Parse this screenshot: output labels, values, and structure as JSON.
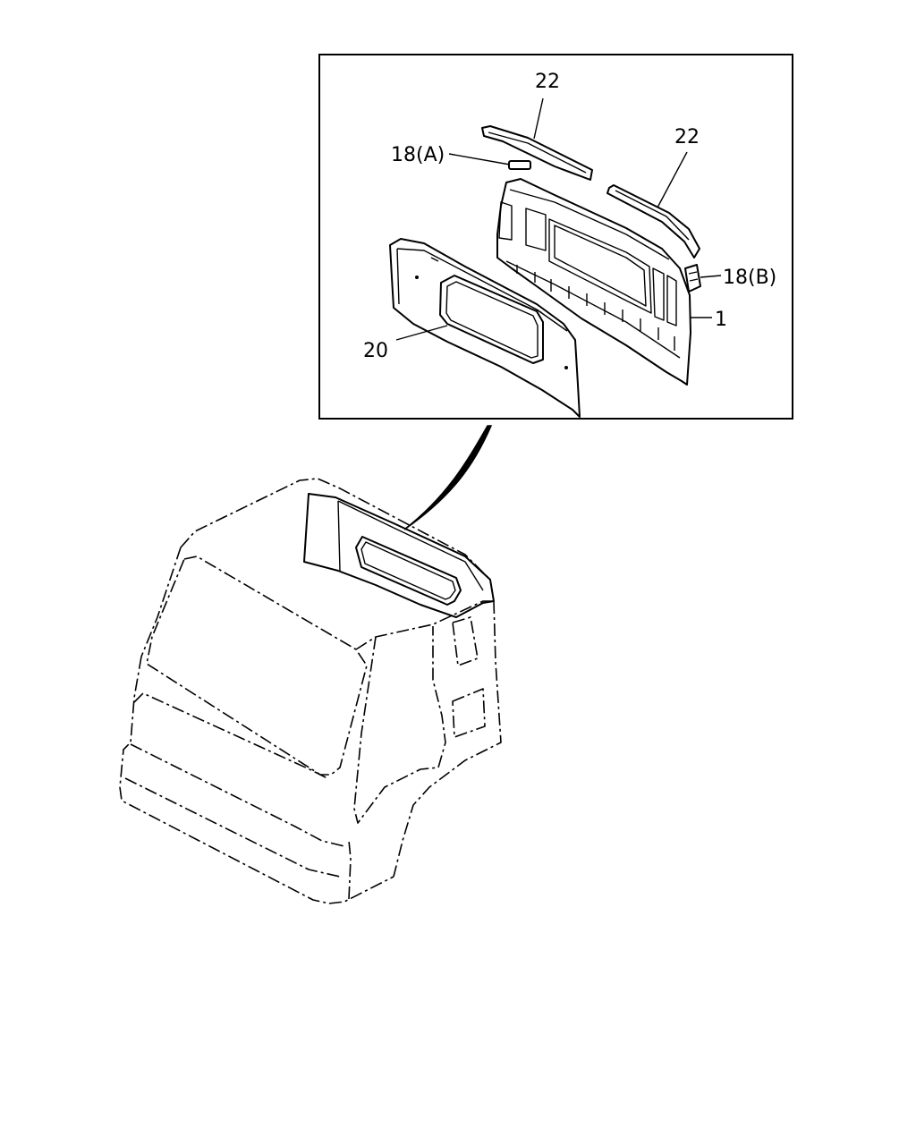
{
  "diagram": {
    "callouts": {
      "part_22_left": "22",
      "part_22_right": "22",
      "part_18a": "18(A)",
      "part_18b": "18(B)",
      "part_1": "1",
      "part_20": "20"
    }
  }
}
